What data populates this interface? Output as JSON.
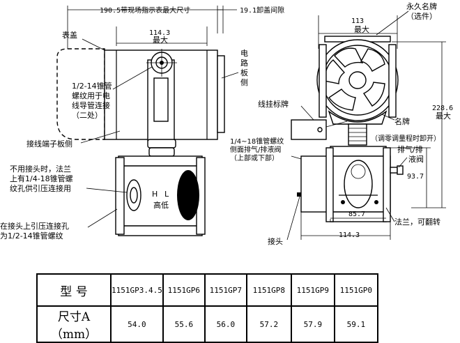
{
  "labels": {
    "dim_190_5": "190.5带现场指示表最大尺寸",
    "dim_19_1": "19.1卸盖间隙",
    "biaogai": "表盖",
    "dim_114_3_top": "114.3",
    "max_top": "最大",
    "circuit_side": [
      "电",
      "路",
      "板",
      "侧"
    ],
    "conduit_note": [
      "1/2-14锥管",
      "螺纹用于电",
      "线导管连接",
      "（二处）"
    ],
    "terminal_side": "接线端子板侧",
    "flange_note": [
      "不用接头时，法兰",
      "上有1/4-18锥管螺",
      "纹孔供引压连接用"
    ],
    "pressure_note": [
      "在接头上引压连接孔",
      "为1/2-14锥管螺纹"
    ],
    "h_mark": "H",
    "l_mark": "L",
    "high_low": "高低",
    "dim_113": "113",
    "max_113": "最大",
    "perm_nameplate": [
      "永久名牌",
      "（选件）"
    ],
    "hang_tag": "线挂标牌",
    "side_thread": [
      "1/4~18锥管螺纹",
      "侧面排气/排液阀",
      "（上部或下部）"
    ],
    "nameplate": [
      "名牌",
      "（调零调量程时卸开）"
    ],
    "dim_228_6": "228.6",
    "max_228": "最大",
    "vent_valve": [
      "排气/排",
      "液阀"
    ],
    "dim_93_7": "93.7",
    "dim_85_7": "85.7",
    "flange_flip": "法兰，可翻转",
    "dim_114_3_bottom": "114.3",
    "connector": "接头"
  },
  "table": {
    "row1_header": "型  号",
    "row2_header": "尺寸A（mm）",
    "models": [
      "1151GP3.4.5",
      "1151GP6",
      "1151GP7",
      "1151GP8",
      "1151GP9",
      "1151GP0"
    ],
    "values": [
      "54.0",
      "55.6",
      "56.0",
      "57.2",
      "57.9",
      "59.1"
    ]
  }
}
